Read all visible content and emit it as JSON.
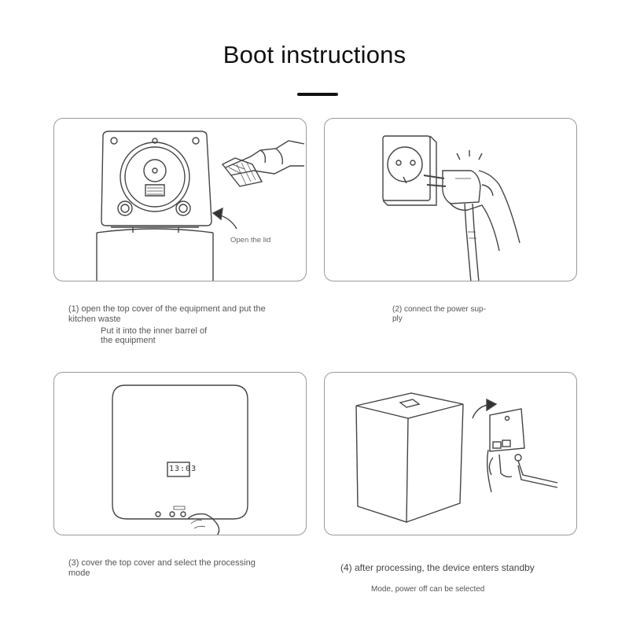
{
  "title": "Boot instructions",
  "steps": [
    {
      "caption_line1": "(1) open the top cover of the equipment and put the",
      "caption_line2": "kitchen waste",
      "caption_line3": "Put it into the inner barrel of",
      "caption_line4": "the equipment",
      "image_label": "Open the lid"
    },
    {
      "caption_line1": "(2) connect the power sup-",
      "caption_line2": "ply"
    },
    {
      "caption_line1": "(3) cover the top cover and select the processing",
      "caption_line2": "mode",
      "display_text": "13:03"
    },
    {
      "caption_line1": "(4) after processing, the device enters standby",
      "caption_line2": "Mode, power off can be selected"
    }
  ],
  "colors": {
    "line": "#444444",
    "panel_border": "#9a9a9a",
    "title": "#111111"
  }
}
